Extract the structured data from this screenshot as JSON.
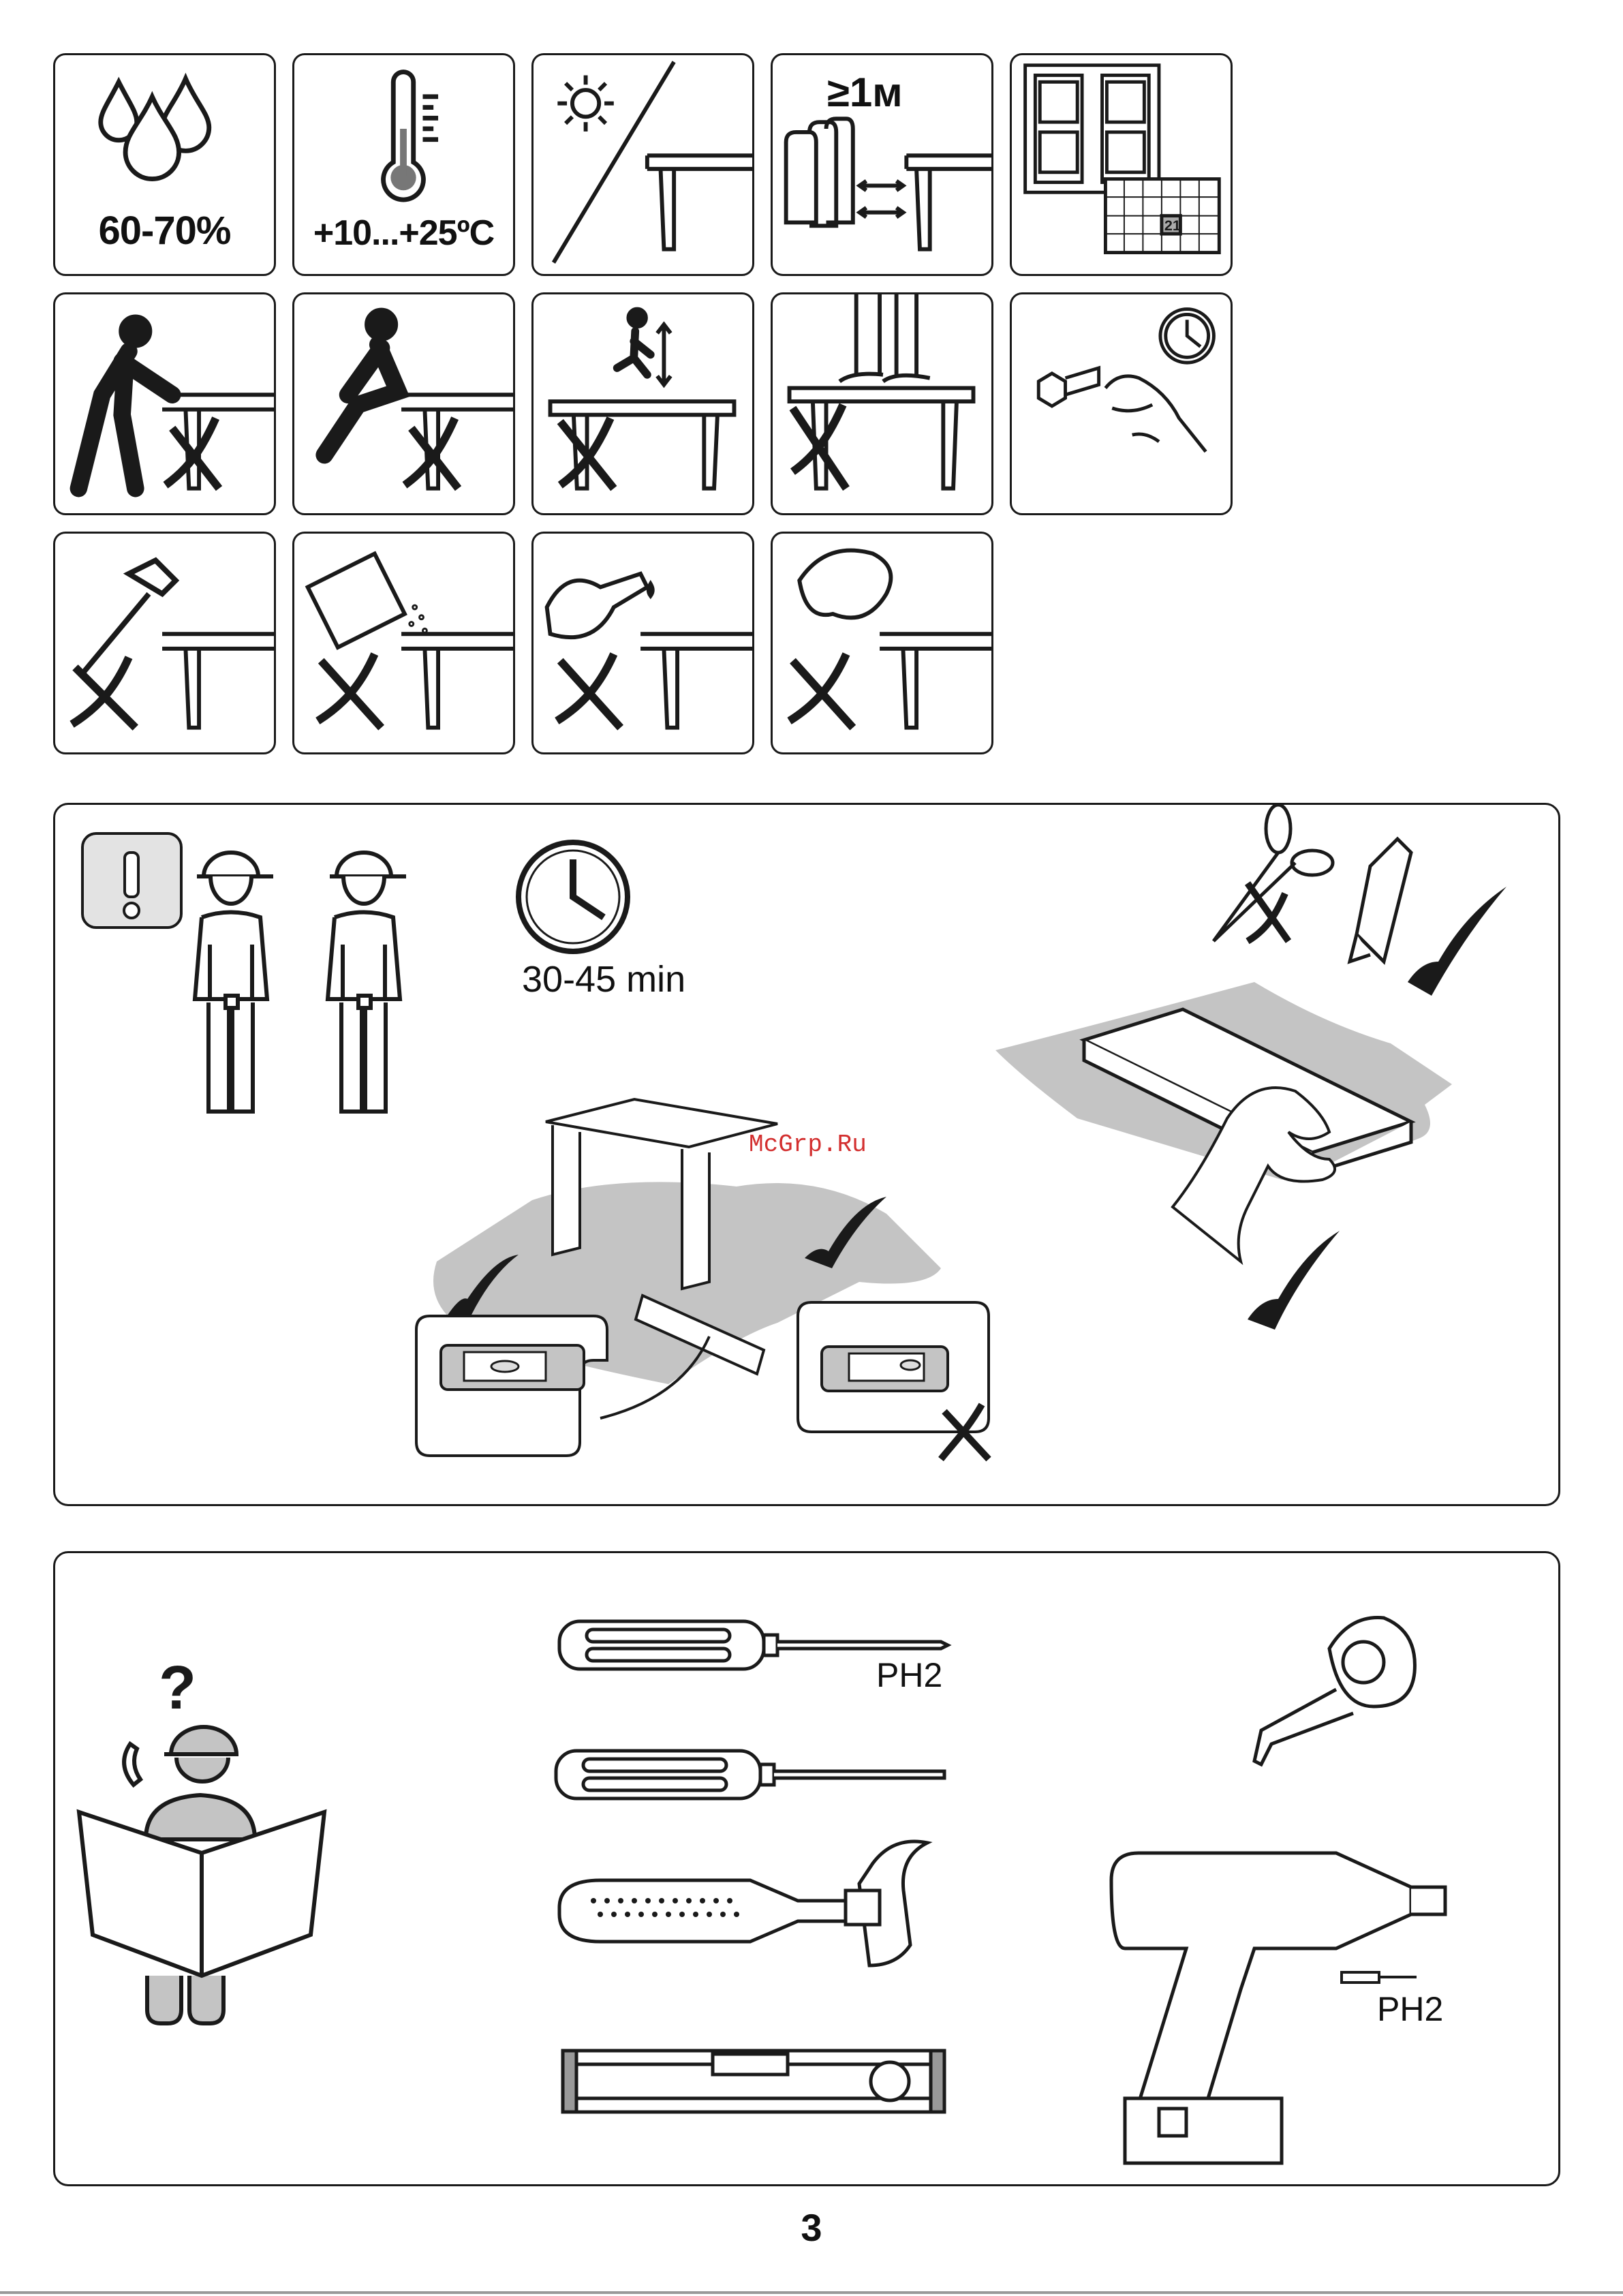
{
  "icons_grid": {
    "row1": [
      {
        "name": "humidity-icon",
        "label": "60-70%"
      },
      {
        "name": "temperature-icon",
        "label": "+10...+25ºC"
      },
      {
        "name": "sunlight-icon",
        "label": ""
      },
      {
        "name": "heater-distance-icon",
        "label": "≥1м"
      },
      {
        "name": "ventilation-calendar-icon",
        "label": "21"
      }
    ],
    "row2": [
      "no-lean-on-table-icon",
      "no-sit-on-table-icon",
      "no-jump-on-table-icon",
      "no-stand-on-table-icon",
      "check-bolts-periodically-icon"
    ],
    "row3": [
      "no-hammer-icon",
      "no-spill-icon",
      "no-liquid-icon",
      "no-hot-icon"
    ]
  },
  "assembly_panel": {
    "time_label": "30-45 min",
    "watermark": "McGrp.Ru"
  },
  "tools_panel": {
    "question_mark": "?",
    "screwdriver_ph2_label": "PH2",
    "drill_bit_label": "PH2"
  },
  "page_number": "3",
  "colors": {
    "line": "#1a1a1a",
    "gray": "#c4c4c4",
    "accent": "#d32f2f"
  }
}
